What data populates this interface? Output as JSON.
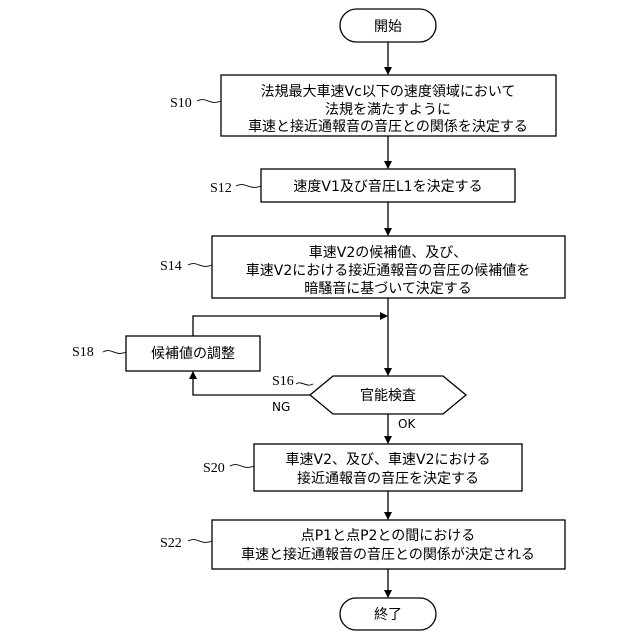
{
  "flowchart": {
    "start": "開始",
    "end": "終了",
    "steps": {
      "s10": {
        "label": "S10",
        "lines": [
          "法規最大車速Vc以下の速度領域において",
          "法規を満たすように",
          "車速と接近通報音の音圧との関係を決定する"
        ]
      },
      "s12": {
        "label": "S12",
        "lines": [
          "速度V1及び音圧L1を決定する"
        ]
      },
      "s14": {
        "label": "S14",
        "lines": [
          "車速V2の候補値、及び、",
          "車速V2における接近通報音の音圧の候補値を",
          "暗騒音に基づいて決定する"
        ]
      },
      "s16": {
        "label": "S16",
        "lines": [
          "官能検査"
        ]
      },
      "s18": {
        "label": "S18",
        "lines": [
          "候補値の調整"
        ]
      },
      "s20": {
        "label": "S20",
        "lines": [
          "車速V2、及び、車速V2における",
          "接近通報音の音圧を決定する"
        ]
      },
      "s22": {
        "label": "S22",
        "lines": [
          "点P1と点P2との間における",
          "車速と接近通報音の音圧との関係が決定される"
        ]
      }
    },
    "edges": {
      "ng": "NG",
      "ok": "OK"
    }
  }
}
